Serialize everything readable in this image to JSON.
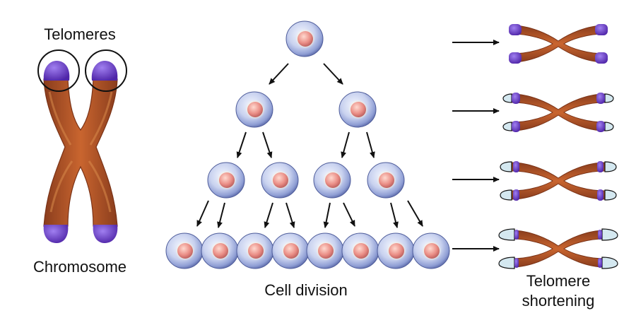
{
  "labels": {
    "telomeres": "Telomeres",
    "chromosome": "Chromosome",
    "cell_division": "Cell division",
    "shortening_line1": "Telomere",
    "shortening_line2": "shortening"
  },
  "colors": {
    "chromatid": "#b4552e",
    "chromatid_dark": "#7e3419",
    "telomere": "#6a3bc4",
    "telomere_light": "#8f63e0",
    "lost_telomere": "#d4e8f0",
    "cell_membrane": "#9fb0de",
    "nucleus": "#e58a86",
    "arrow": "#111111"
  },
  "icons": [
    "arrow-icon",
    "cell-icon",
    "chromosome-icon"
  ]
}
